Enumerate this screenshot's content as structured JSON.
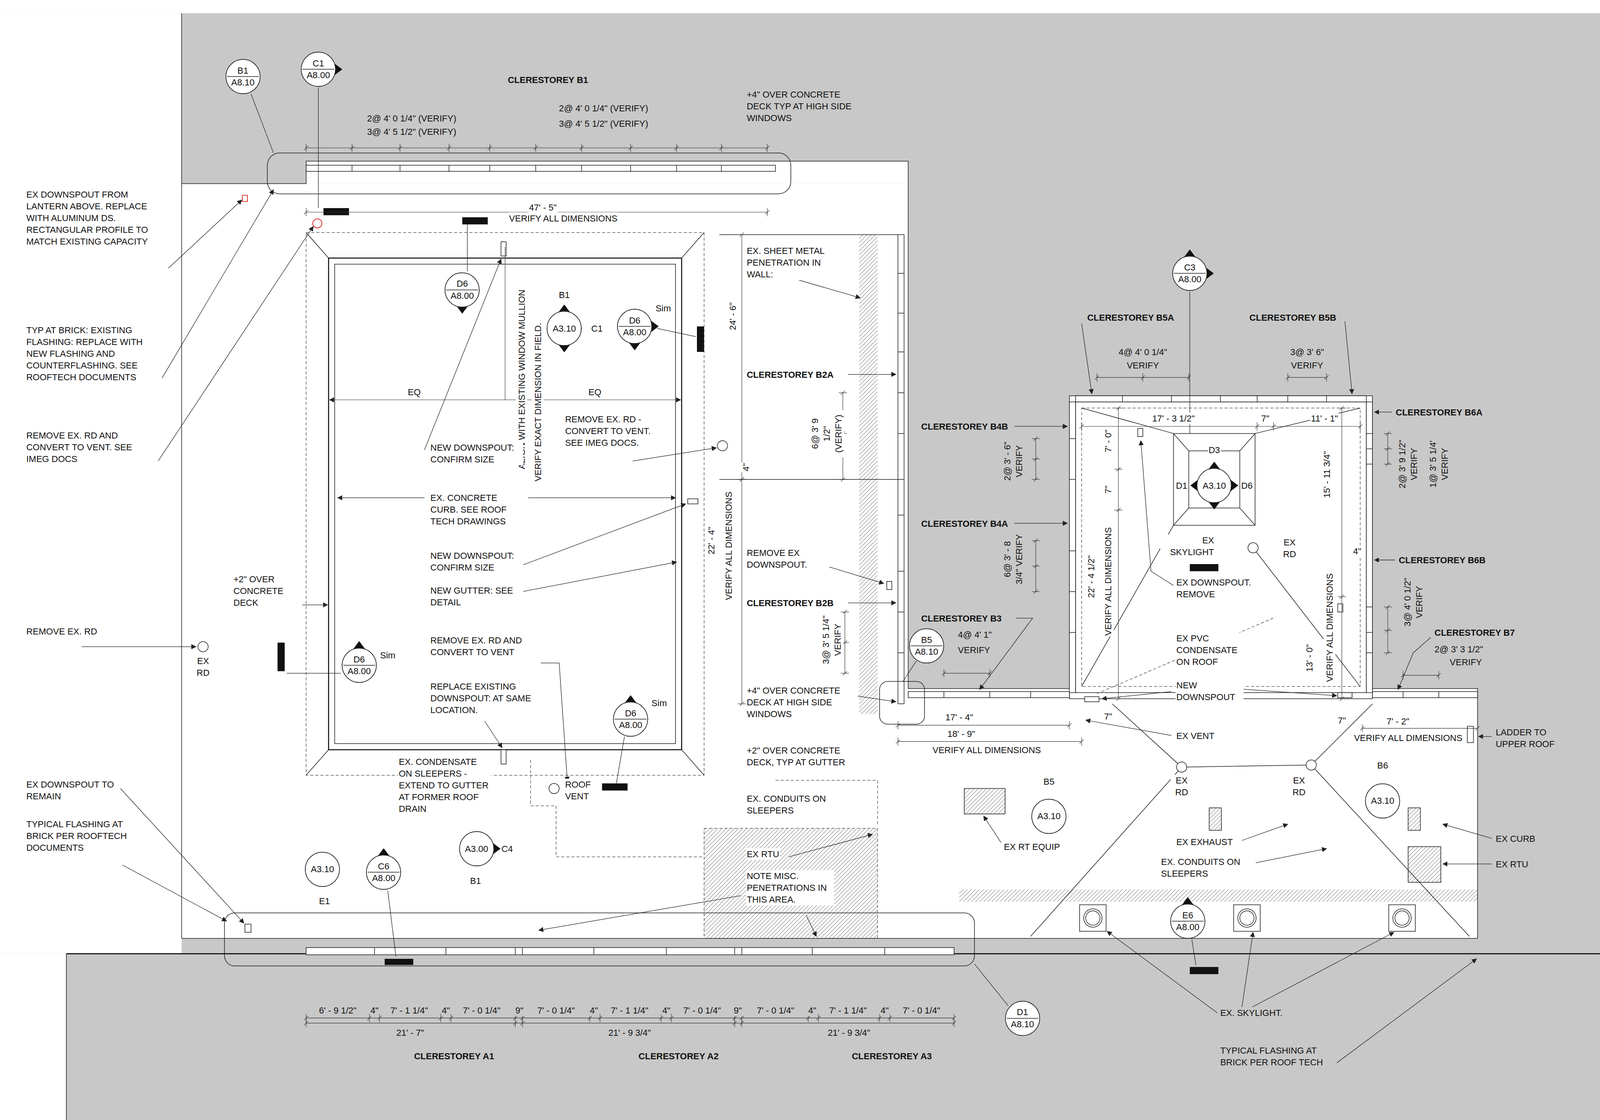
{
  "diagram": {
    "nodes": [
      {
        "text": [
          "B1",
          "A8.10"
        ]
      },
      {
        "text": [
          "C1",
          "A8.00"
        ]
      },
      {
        "text": [
          "D6",
          "A8.00"
        ]
      },
      {
        "text": [
          "A3.10"
        ]
      },
      {
        "text": [
          "D6",
          "A8.00"
        ]
      },
      {
        "text": [
          "C3",
          "A8.00"
        ]
      },
      {
        "text": [
          "A3.10"
        ]
      },
      {
        "text": [
          "B5",
          "A8.10"
        ]
      },
      {
        "text": [
          "D6",
          "A8.00"
        ]
      },
      {
        "text": [
          "D6",
          "A8.00"
        ]
      },
      {
        "text": [
          "A3.10"
        ]
      },
      {
        "text": [
          "C6",
          "A8.00"
        ]
      },
      {
        "text": [
          "A3.00"
        ]
      },
      {
        "text": [
          "A3.10"
        ]
      },
      {
        "text": [
          "A3.10"
        ]
      },
      {
        "text": [
          "E6",
          "A8.00"
        ]
      },
      {
        "text": [
          "D1",
          "A8.10"
        ]
      }
    ],
    "labels": [
      "CLERESTOREY B1",
      "2@ 4' 0 1/4\" (VERIFY)",
      "3@ 4' 5 1/2\" (VERIFY)",
      "2@ 4' 0 1/4\" (VERIFY)",
      "3@ 4' 5 1/2\" (VERIFY)",
      "+4\" OVER CONCRETE DECK TYP AT HIGH SIDE WINDOWS",
      "47' - 5\"",
      "VERIFY ALL DIMENSIONS",
      "EX DOWNSPOUT FROM LANTERN ABOVE. REPLACE WITH ALUMINUM DS. RECTANGULAR PROFILE TO MATCH EXISTING CAPACITY",
      "TYP AT BRICK: EXISTING FLASHING: REPLACE WITH NEW FLASHING AND COUNTERFLASHING. SEE ROOFTECH DOCUMENTS",
      "REMOVE EX. RD AND CONVERT TO VENT. SEE IMEG DOCS",
      "REMOVE EX. RD",
      "EX RD",
      "+2\" OVER CONCRETE DECK",
      "EX DOWNSPOUT TO REMAIN",
      "TYPICAL FLASHING AT BRICK PER ROOFTECH DOCUMENTS",
      "ALIGN WITH EXISTING WINDOW MULLION",
      "VERIFY EXACT DIMENSION IN FIELD.",
      "EQ",
      "EQ",
      "NEW DOWNSPOUT: CONFIRM SIZE",
      "REMOVE EX. RD - CONVERT TO VENT. SEE IMEG DOCS.",
      "EX. CONCRETE CURB. SEE ROOF TECH DRAWINGS",
      "NEW DOWNSPOUT: CONFIRM SIZE",
      "NEW GUTTER: SEE DETAIL",
      "REMOVE EX. RD AND CONVERT TO VENT",
      "REPLACE EXISTING DOWNSPOUT: AT SAME LOCATION.",
      "EX. CONDENSATE ON SLEEPERS - EXTEND TO GUTTER AT FORMER ROOF DRAIN",
      "ROOF VENT",
      "EX. SHEET METAL PENETRATION IN WALL:",
      "24' - 6\"",
      "CLERESTOREY B2A",
      "6@ 3' 9 1/2\" (VERIFY)",
      "22' - 4\"",
      "VERIFY ALL DIMENSIONS",
      "4\"",
      "REMOVE EX DOWNSPOUT.",
      "CLERESTOREY B2B",
      "3@ 3' 5 1/4\" VERIFY",
      "+4\" OVER CONCRETE DECK AT HIGH SIDE WINDOWS",
      "+2\" OVER CONCRETE DECK, TYP AT GUTTER",
      "EX. CONDUITS ON SLEEPERS",
      "EX RTU",
      "NOTE MISC. PENETRATIONS IN THIS AREA.",
      "CLERESTOREY B3",
      "4@ 4' 1\"",
      "VERIFY",
      "17' - 4\"",
      "18' - 9\"",
      "VERIFY ALL DIMENSIONS",
      "EX RT EQUIP",
      "B5",
      "CLERESTOREY B5A",
      "CLERESTOREY B5B",
      "4@ 4' 0 1/4\"",
      "VERIFY",
      "3@ 3' 6\"",
      "VERIFY",
      "17' - 3 1/2\"",
      "7\"",
      "11' - 1\"",
      "CLERESTOREY B4B",
      "2@ 3' - 6\" VERIFY",
      "7' - 0\"",
      "7\"",
      "22' - 4 1/2\"",
      "VERIFY ALL DIMENSIONS",
      "CLERESTOREY B4A",
      "6@ 3' - 8 3/4\" VERIFY",
      "EX SKYLIGHT",
      "EX RD",
      "EX DOWNSPOUT. REMOVE",
      "EX PVC CONDENSATE ON ROOF",
      "NEW DOWNSPOUT",
      "EX VENT",
      "7\"",
      "15' - 11 3/4\"",
      "13' - 0\"",
      "VERIFY ALL DIMENSIONS",
      "4\"",
      "CLERESTOREY B6A",
      "2@ 3' 9 1/2\" VERIFY",
      "1@ 3' 5 1/4' VERIFY",
      "CLERESTOREY B6B",
      "3@ 4' 0 1/2\" VERIFY",
      "CLERESTOREY B7",
      "2@ 3' 3 1/2\"",
      "VERIFY",
      "7\"",
      "7' - 2\"",
      "VERIFY ALL DIMENSIONS",
      "LADDER TO UPPER ROOF",
      "EX RD",
      "EX RD",
      "B6",
      "EX EXHAUST",
      "EX CURB",
      "EX. CONDUITS ON SLEEPERS",
      "EX RTU",
      "EX. SKYLIGHT.",
      "TYPICAL FLASHING AT BRICK PER ROOF TECH",
      "6' - 9 1/2\"",
      "4\"",
      "7' - 1 1/4\"",
      "4\"",
      "7' - 0 1/4\"",
      "9\"",
      "7' - 0 1/4\"",
      "4\"",
      "7' - 1 1/4\"",
      "4\"",
      "7' - 0 1/4\"",
      "9\"",
      "7' - 0 1/4\"",
      "4\"",
      "7' - 1 1/4\"",
      "4\"",
      "7' - 0 1/4\"",
      "21' - 7\"",
      "21' - 9 3/4\"",
      "21' - 9 3/4\"",
      "CLERESTOREY A1",
      "CLERESTOREY A2",
      "CLERESTOREY A3",
      "B1",
      "C1",
      "Sim",
      "Sim",
      "Sim",
      "C4",
      "B1",
      "E1",
      "D3",
      "D1",
      "D6"
    ]
  }
}
